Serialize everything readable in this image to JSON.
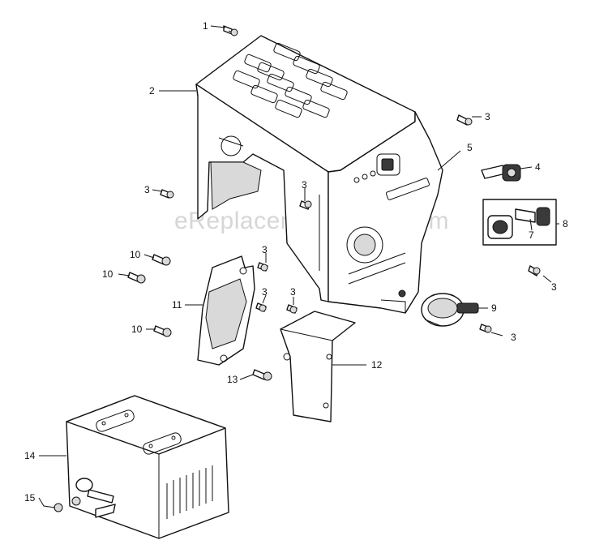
{
  "watermark": "eReplacementParts.com",
  "callouts": {
    "c1": "1",
    "c2": "2",
    "c3a": "3",
    "c3b": "3",
    "c3c": "3",
    "c3d": "3",
    "c3e": "3",
    "c3f": "3",
    "c3g": "3",
    "c3h": "3",
    "c4": "4",
    "c5": "5",
    "c6": "7",
    "c8": "8",
    "c9": "9",
    "c10a": "10",
    "c10b": "10",
    "c10c": "10",
    "c11": "11",
    "c12": "12",
    "c13": "13",
    "c14": "14",
    "c15": "15"
  }
}
